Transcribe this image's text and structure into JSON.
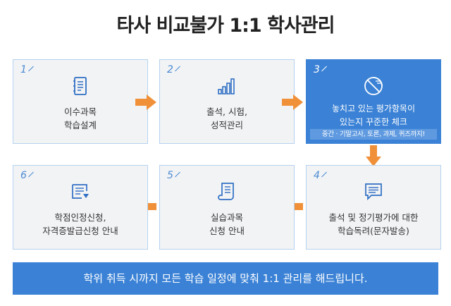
{
  "title": "타사 비교불가 1:1 학사관리",
  "steps": [
    {
      "num": "1",
      "icon": "notebook-icon",
      "lines": [
        "이수과목",
        "학습설계"
      ]
    },
    {
      "num": "2",
      "icon": "bar-chart-icon",
      "lines": [
        "출석, 시험,",
        "성적관리"
      ]
    },
    {
      "num": "3",
      "icon": "target-icon",
      "lines": [
        "놓치고 있는 평가항목이",
        "있는지 꾸준한 체크"
      ],
      "sub": "중간 · 기말고사, 토론, 과제, 퀴즈까지!"
    },
    {
      "num": "4",
      "icon": "message-list-icon",
      "lines": [
        "출석 및 정기평가에 대한",
        "학습독려(문자발송)"
      ]
    },
    {
      "num": "5",
      "icon": "scroll-document-icon",
      "lines": [
        "실습과목",
        "신청 안내"
      ]
    },
    {
      "num": "6",
      "icon": "document-download-icon",
      "lines": [
        "학점인정신청,",
        "자격증발급신청 안내"
      ]
    }
  ],
  "banner": "학위 취득 시까지 모든 학습 일정에 맞춰 1:1 관리를 해드립니다.",
  "colors": {
    "accent": "#3b82d6",
    "arrow": "#f0913a",
    "card": "#f2f3f5",
    "border": "#b4d2ef"
  }
}
